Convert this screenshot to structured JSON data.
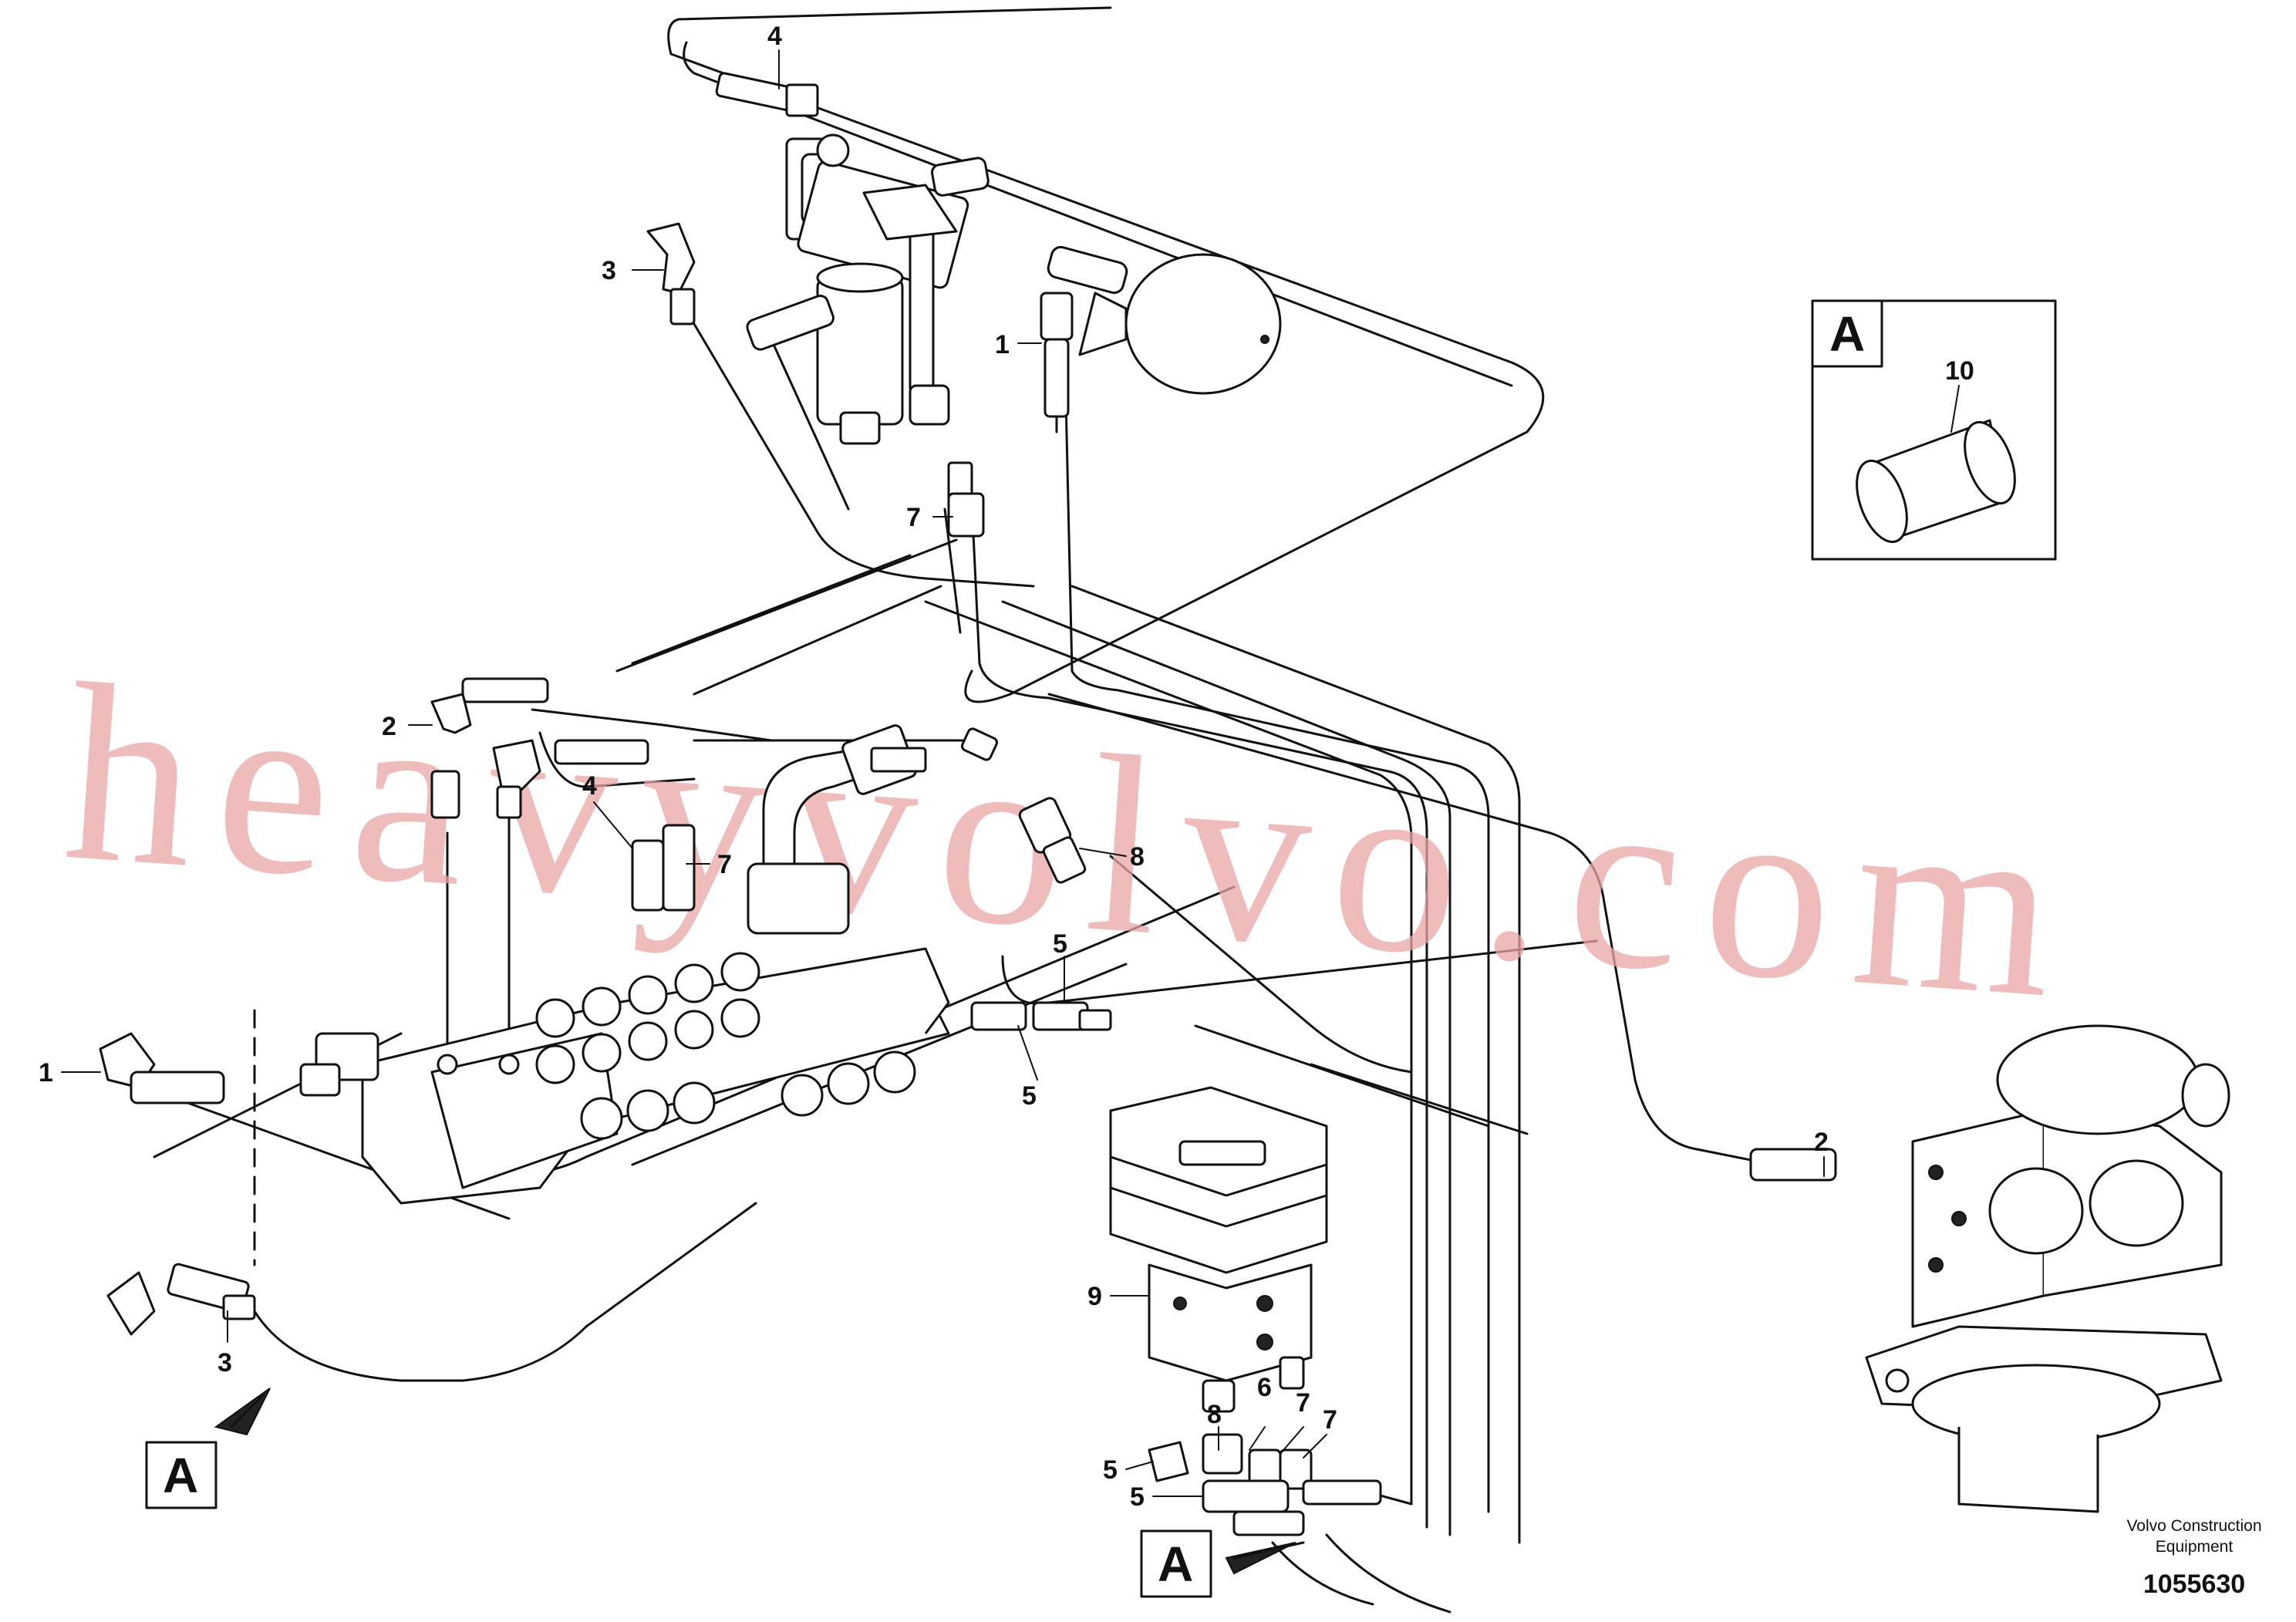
{
  "diagram": {
    "callouts": {
      "top_4": "4",
      "top_3": "3",
      "top_1": "1",
      "top_7": "7",
      "mid_2": "2",
      "mid_4": "4",
      "mid_7": "7",
      "mid_8": "8",
      "mid_5a": "5",
      "mid_5b": "5",
      "left_1": "1",
      "left_3": "3",
      "right_2": "2",
      "pilot_9": "9",
      "bot_8": "8",
      "bot_6": "6",
      "bot_7a": "7",
      "bot_7b": "7",
      "bot_5a": "5",
      "bot_5b": "5",
      "detail_10": "10"
    },
    "detail_box_letter": "A",
    "view_marker_left": "A",
    "view_marker_bottom": "A",
    "watermark": "heavyvolvo.com",
    "footer": {
      "company_line1": "Volvo Construction",
      "company_line2": "Equipment",
      "document_number": "1055630"
    }
  }
}
